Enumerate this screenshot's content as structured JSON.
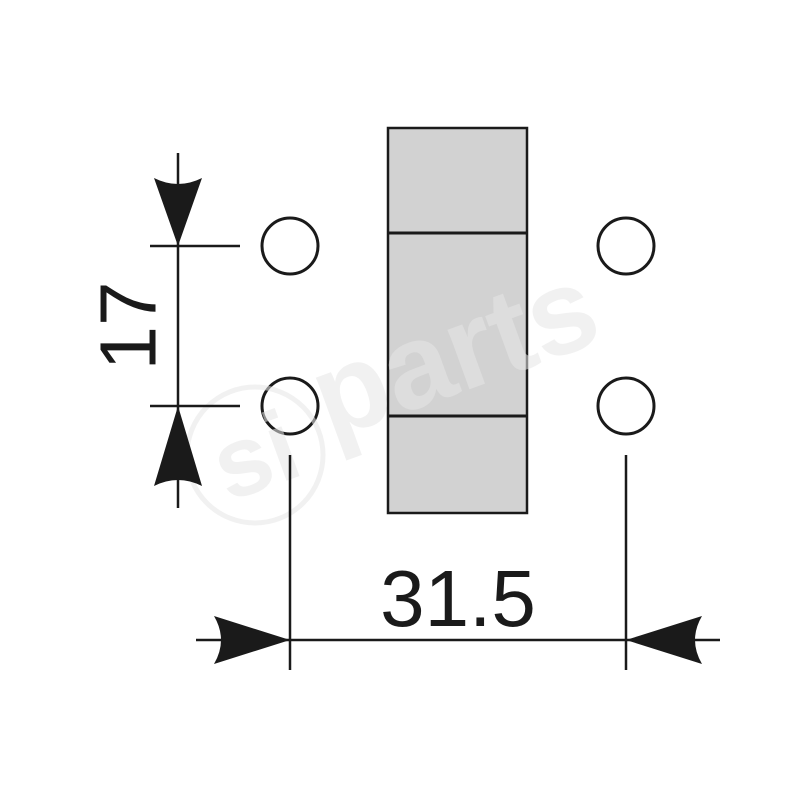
{
  "drawing": {
    "dimension_vertical": "17",
    "dimension_horizontal": "31.5"
  },
  "watermark": {
    "logo_text": "si",
    "brand_text": "parts"
  },
  "colors": {
    "line": "#1a1a1a",
    "module_fill": "#d2d2d2",
    "watermark": "#e6e6e6",
    "background": "#ffffff"
  }
}
